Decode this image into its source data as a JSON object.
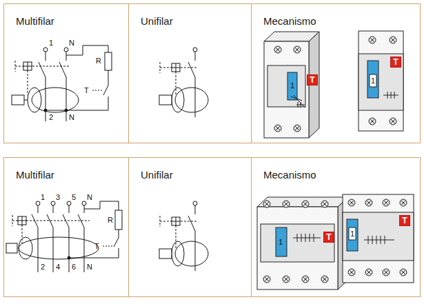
{
  "diagram": {
    "nodes": [
      {
        "text": [
          "Multifilar"
        ]
      },
      {
        "text": [
          "Unifilar"
        ]
      },
      {
        "text": [
          "Mecanismo"
        ]
      },
      {
        "text": [
          "T"
        ],
        "in": 2
      },
      {
        "text": [
          "T"
        ],
        "in": 2
      },
      {
        "text": [
          "Multifilar"
        ]
      },
      {
        "text": [
          "Unifilar"
        ]
      },
      {
        "text": [
          "Mecanismo"
        ]
      },
      {
        "text": [
          "T"
        ],
        "in": 7
      },
      {
        "text": [
          "T"
        ],
        "in": 7
      }
    ],
    "labels": [
      "1",
      "N",
      "R",
      "T",
      "2",
      "N",
      "1",
      "1",
      "1",
      "3",
      "5",
      "N",
      "R",
      "T",
      "2",
      "4",
      "6",
      "N",
      "1",
      "1"
    ]
  }
}
